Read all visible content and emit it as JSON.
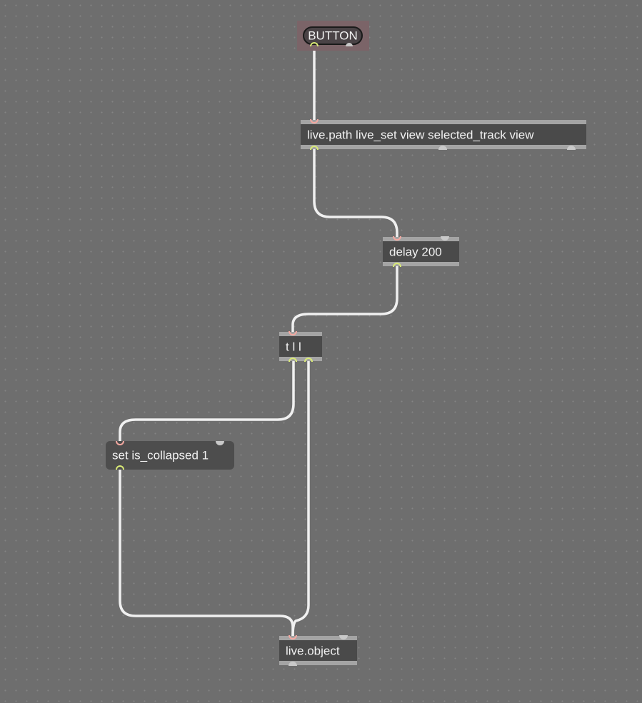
{
  "patcher": {
    "button": {
      "label": "BUTTON"
    },
    "objects": {
      "live_path": {
        "label": "live.path live_set view selected_track view"
      },
      "delay": {
        "label": "delay 200"
      },
      "trigger": {
        "label": "t l l"
      },
      "live_object": {
        "label": "live.object"
      }
    },
    "messages": {
      "set_collapsed": {
        "label": "set is_collapsed 1"
      }
    }
  },
  "colors": {
    "canvas": "#6e6e6e",
    "object_body": "#4a4a4a",
    "object_bar": "#a4a4a4",
    "inlet": "#f4a8a0",
    "outlet": "#d9ea76",
    "patchcord": "#f0f0f0",
    "button_background": "#7b6468"
  }
}
